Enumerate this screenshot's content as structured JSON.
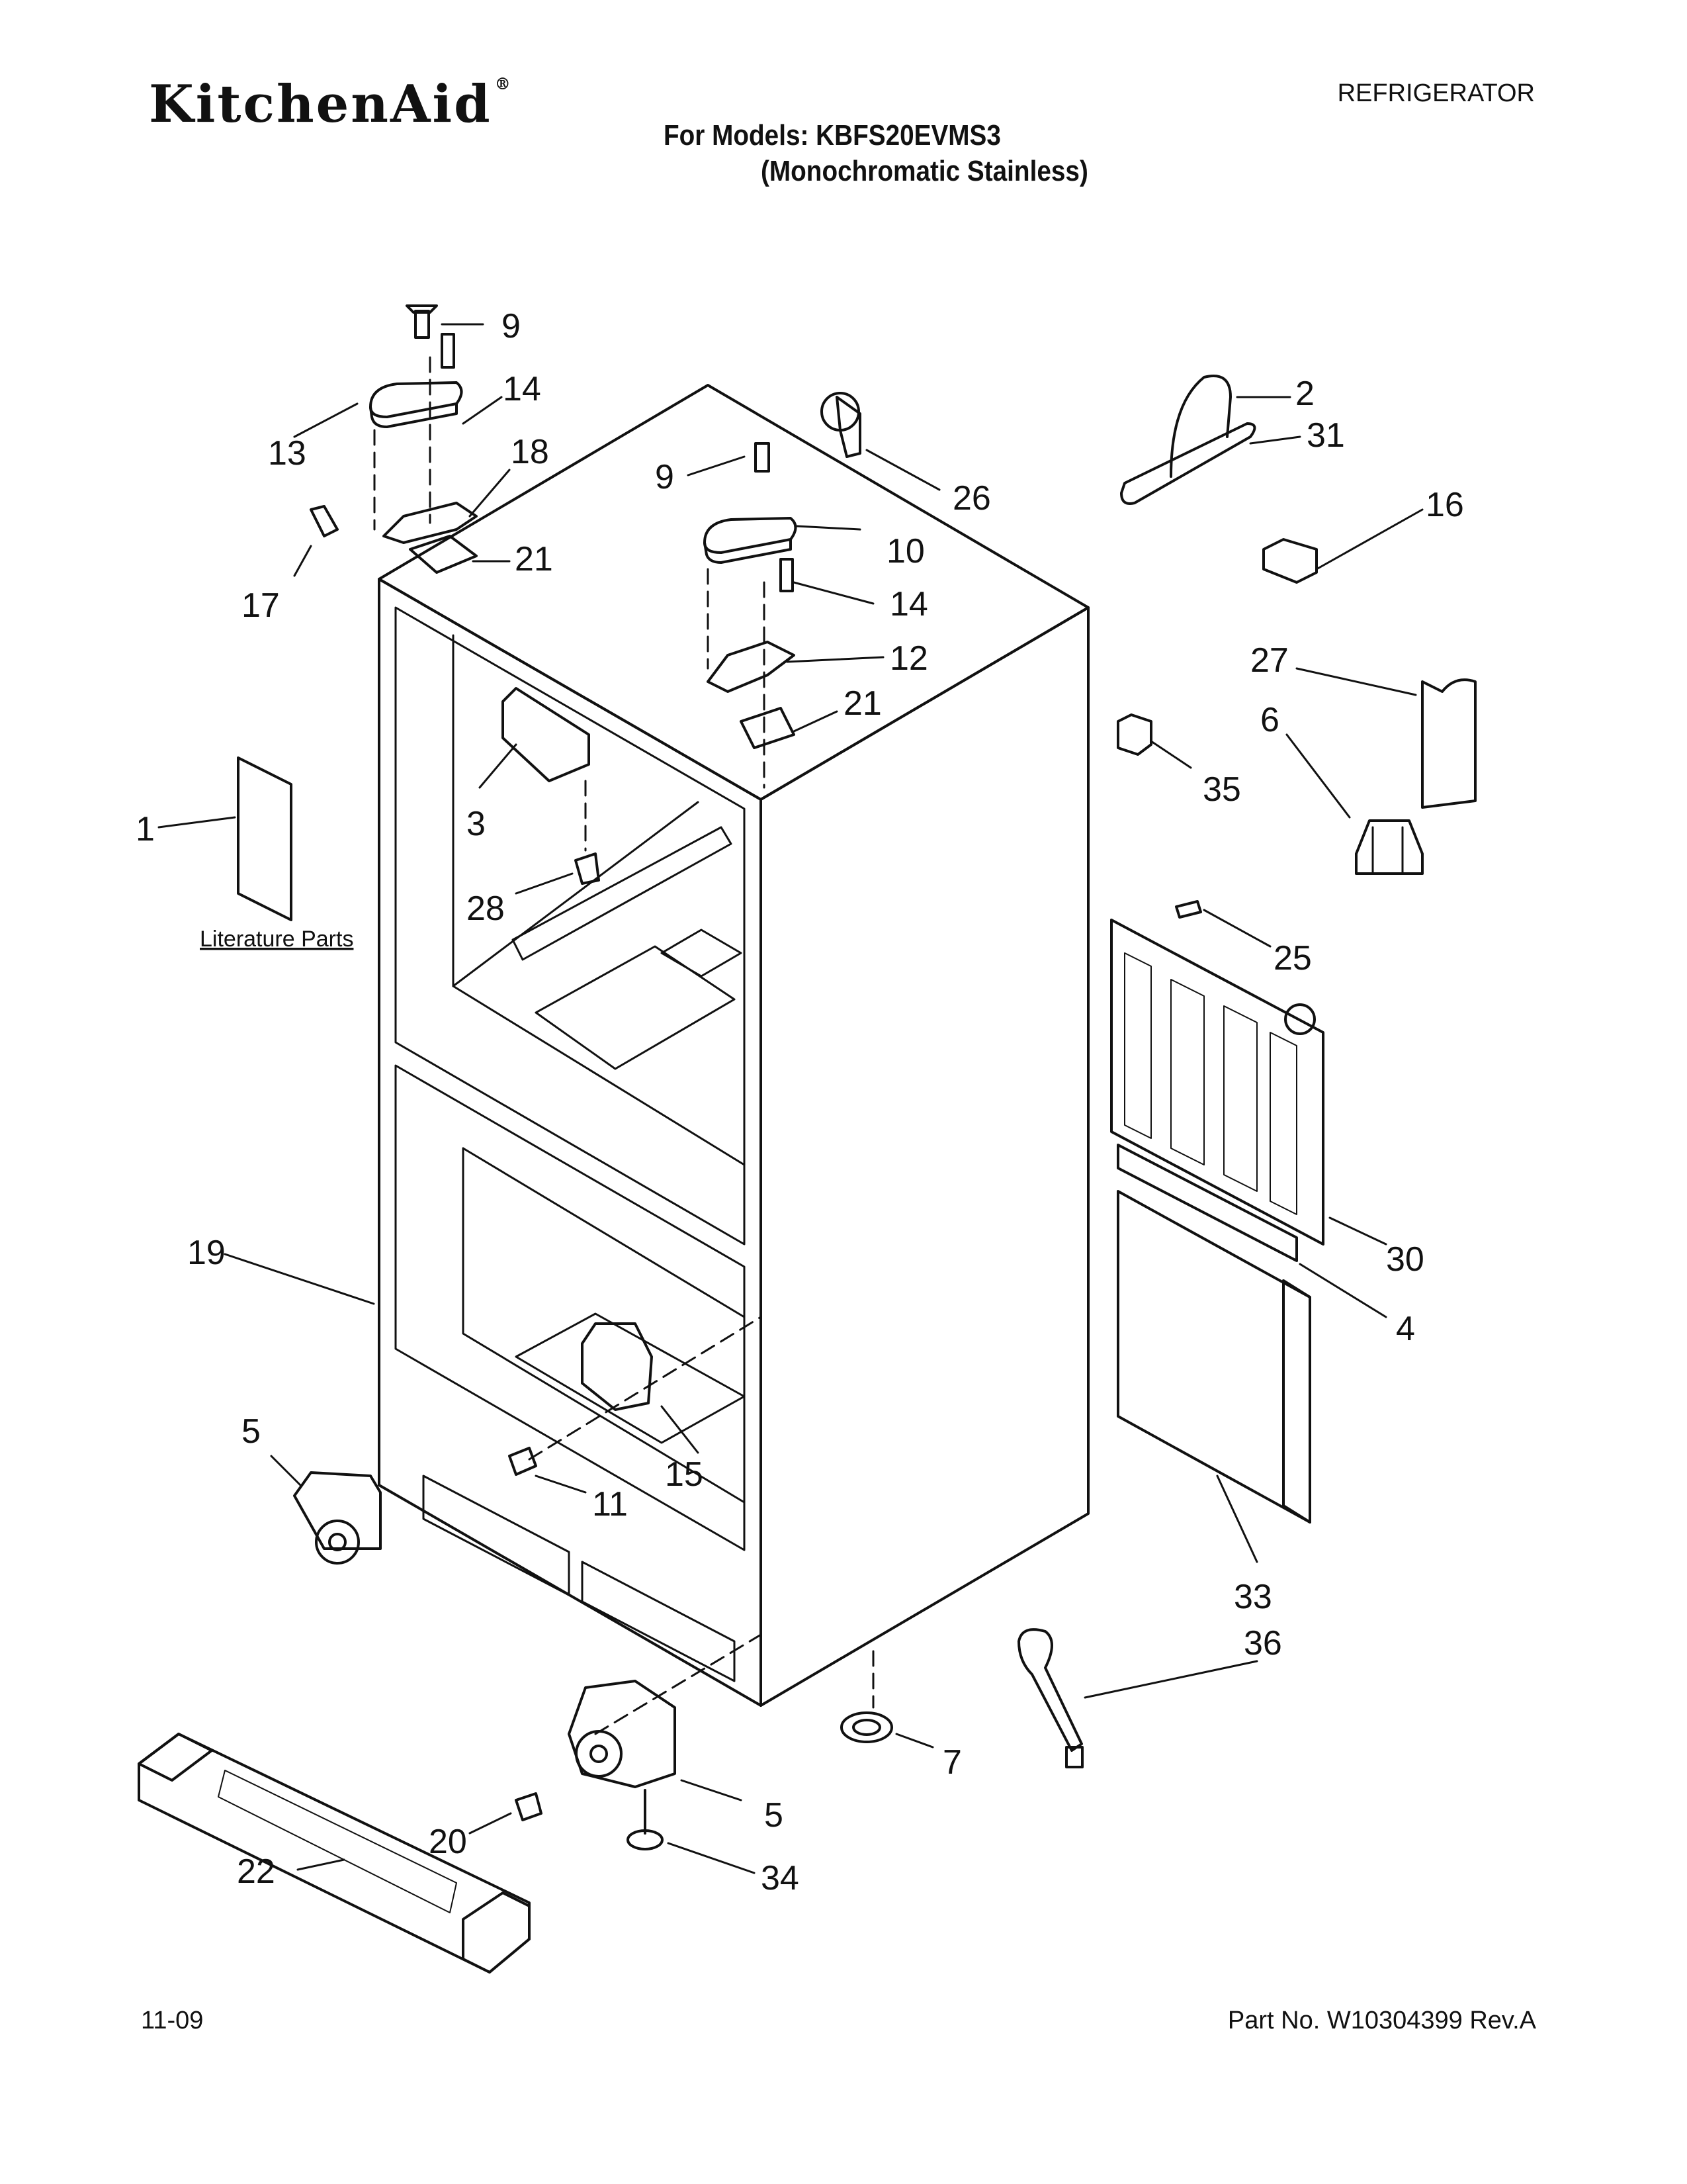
{
  "header": {
    "brand": "KitchenAid",
    "category": "REFRIGERATOR",
    "models_line": "For Models: KBFS20EVMS3",
    "variant_line": "(Monochromatic Stainless)"
  },
  "footer": {
    "date": "11-09",
    "part_no": "Part No. W10304399 Rev.A"
  },
  "diagram": {
    "literature_label": "Literature Parts",
    "callouts": [
      "9",
      "13",
      "14",
      "18",
      "17",
      "21",
      "9",
      "10",
      "14",
      "12",
      "21",
      "26",
      "2",
      "31",
      "16",
      "27",
      "6",
      "35",
      "25",
      "1",
      "3",
      "28",
      "30",
      "4",
      "19",
      "33",
      "36",
      "5",
      "11",
      "15",
      "7",
      "5",
      "20",
      "22",
      "34"
    ]
  }
}
